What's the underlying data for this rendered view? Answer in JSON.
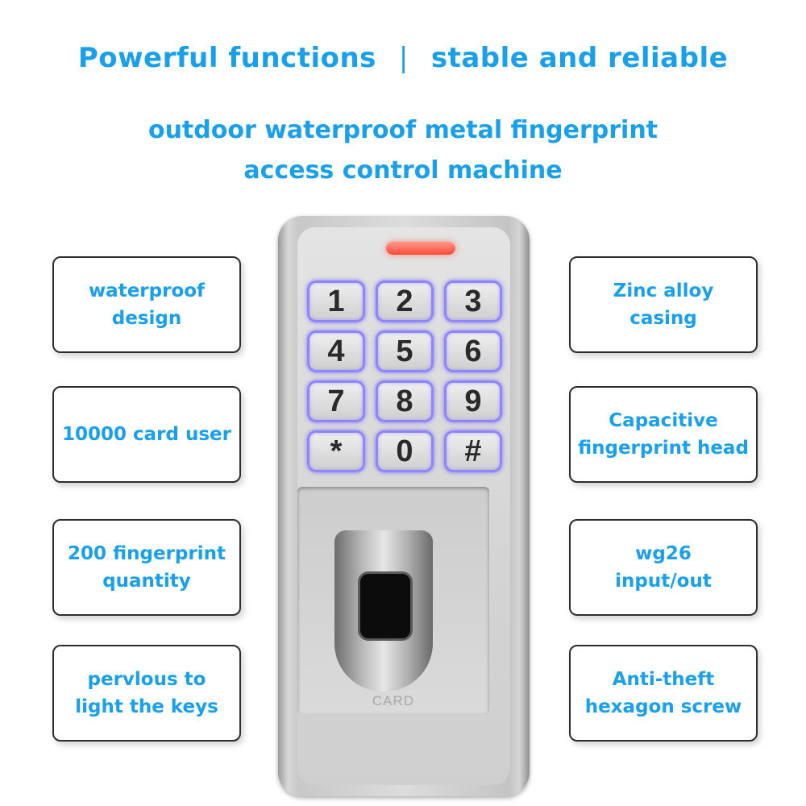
{
  "accent_color": "#1aa0ea",
  "headline": {
    "left": "Powerful functions",
    "separator": "|",
    "right": "stable and reliable"
  },
  "subtitle": {
    "line1": "outdoor waterproof metal fingerprint",
    "line2": "access control machine"
  },
  "features_left": [
    "waterproof\ndesign",
    "10000 card user",
    "200 fingerprint\nquantity",
    "pervlous to\nlight the keys"
  ],
  "features_right": [
    "Zinc alloy\ncasing",
    "Capacitive\nfingerprint head",
    "wg26\ninput/out",
    "Anti-theft\nhexagon screw"
  ],
  "keypad": [
    "1",
    "2",
    "3",
    "4",
    "5",
    "6",
    "7",
    "8",
    "9",
    "*",
    "0",
    "#"
  ],
  "card_label": "CARD",
  "colors": {
    "key_backlight": "#8f86ff",
    "led": "#ff4a3a"
  }
}
